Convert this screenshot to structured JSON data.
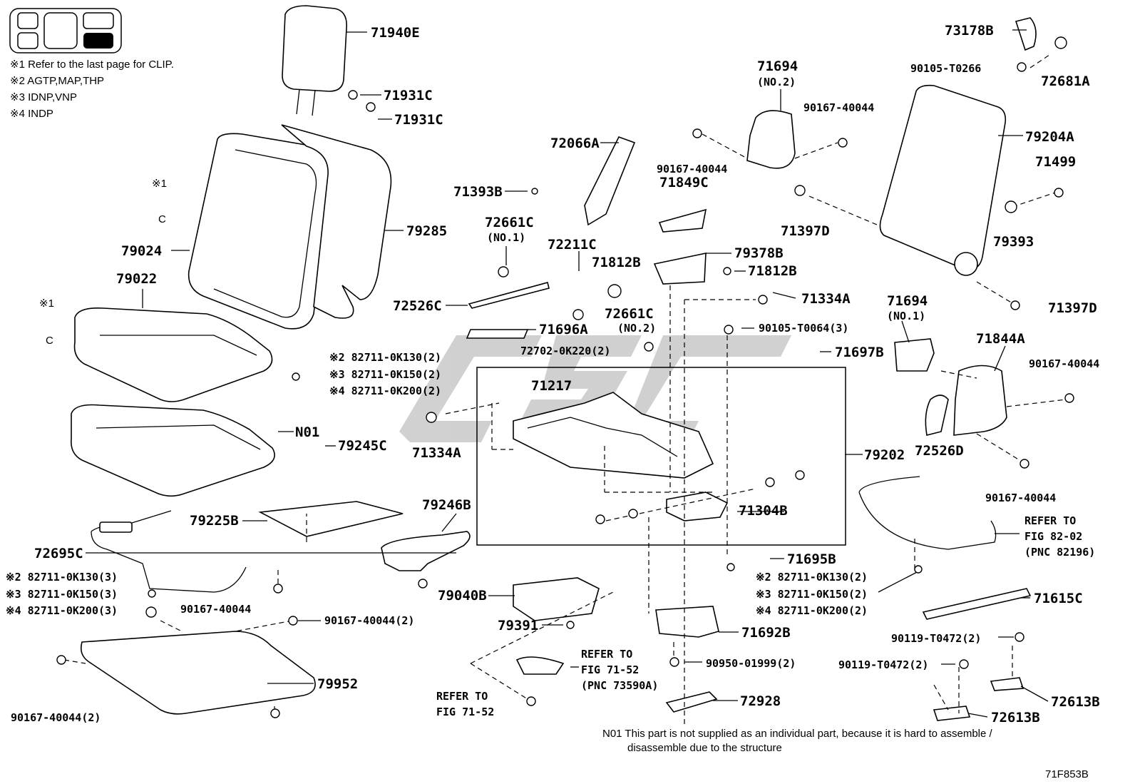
{
  "notes": {
    "n1": "※1 Refer to the last page for CLIP.",
    "n2": "※2 AGTP,MAP,THP",
    "n3": "※3 IDNP,VNP",
    "n4": "※4 INDP",
    "clip1a": "※1",
    "clip1b": "※1",
    "clip_c": "C",
    "n01": "N01 This part is not supplied as an individual part, because it is hard to assemble /",
    "n01b": "disassemble due to the structure"
  },
  "figure_code": "71F853B",
  "watermark": "CSC",
  "parts": {
    "p71940E": "71940E",
    "p71931C_a": "71931C",
    "p71931C_b": "71931C",
    "p79285": "79285",
    "p79024": "79024",
    "p79022": "79022",
    "p72066A": "72066A",
    "p71393B": "71393B",
    "p72661C_1": "72661C",
    "p72661C_1n": "(NO.1)",
    "p72211C": "72211C",
    "p72526C": "72526C",
    "p72661C_2": "72661C",
    "p72661C_2n": "(NO.2)",
    "p71696A": "71696A",
    "p72702": "72702-0K220(2)",
    "p71812B_a": "71812B",
    "p71812B_b": "71812B",
    "p79378B": "79378B",
    "p71849C": "71849C",
    "p90167_a": "90167-40044",
    "p71694_2": "71694",
    "p71694_2n": "(NO.2)",
    "p90167_b": "90167-40044",
    "p73178B": "73178B",
    "p90105_T0266": "90105-T0266",
    "p72681A": "72681A",
    "p79204A": "79204A",
    "p71499": "71499",
    "p79393": "79393",
    "p71397D_a": "71397D",
    "p71397D_b": "71397D",
    "p71334A_a": "71334A",
    "p90105_T0064": "90105-T0064(3)",
    "p71697B": "71697B",
    "p71694_1": "71694",
    "p71694_1n": "(NO.1)",
    "p71844A": "71844A",
    "p90167_c": "90167-40044",
    "p72526D": "72526D",
    "p90167_d": "90167-40044",
    "p82711_a2": "※2 82711-0K130(2)",
    "p82711_a3": "※3 82711-0K150(2)",
    "p82711_a4": "※4 82711-0K200(2)",
    "pN01": "N01",
    "p79245C": "79245C",
    "p71217": "71217",
    "p71334A_b": "71334A",
    "p79202": "79202",
    "p71304B": "71304B",
    "p79225B": "79225B",
    "p79246B": "79246B",
    "p72695C": "72695C",
    "p82711_b2": "※2 82711-0K130(3)",
    "p82711_b3": "※3 82711-0K150(3)",
    "p82711_b4": "※4 82711-0K200(3)",
    "p90167_e": "90167-40044",
    "p90167_f": "90167-40044(2)",
    "p79040B": "79040B",
    "p79391": "79391",
    "p79952": "79952",
    "p90167_g": "90167-40044(2)",
    "p71695B": "71695B",
    "p82711_c2": "※2 82711-0K130(2)",
    "p82711_c3": "※3 82711-0K150(2)",
    "p82711_c4": "※4 82711-0K200(2)",
    "p71692B": "71692B",
    "p90950": "90950-01999(2)",
    "p72928": "72928",
    "p71615C": "71615C",
    "p90119_a": "90119-T0472(2)",
    "p90119_b": "90119-T0472(2)",
    "p72613B_a": "72613B",
    "p72613B_b": "72613B",
    "ref_82_1": "REFER TO",
    "ref_82_2": "FIG 82-02",
    "ref_82_3": "(PNC 82196)",
    "ref_71a_1": "REFER TO",
    "ref_71a_2": "FIG 71-52",
    "ref_71a_3": "(PNC 73590A)",
    "ref_71b_1": "REFER TO",
    "ref_71b_2": "FIG 71-52"
  }
}
